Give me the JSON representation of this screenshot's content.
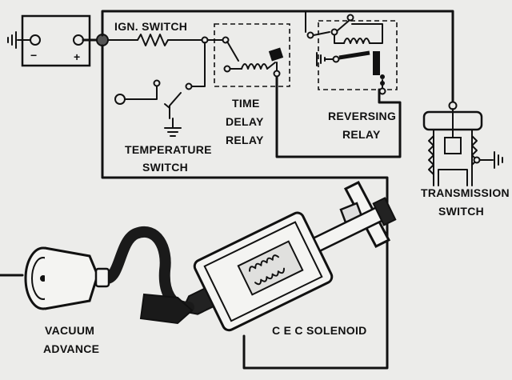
{
  "labels": {
    "ign_switch": "IGN. SWITCH",
    "time_delay_line1": "TIME",
    "time_delay_line2": "DELAY",
    "time_delay_line3": "RELAY",
    "reversing_line1": "REVERSING",
    "reversing_line2": "RELAY",
    "temperature_line1": "TEMPERATURE",
    "temperature_line2": "SWITCH",
    "transmission_line1": "TRANSMISSION",
    "transmission_line2": "SWITCH",
    "vacuum_line1": "VACUUM",
    "vacuum_line2": "ADVANCE",
    "cec_solenoid": "C E C  SOLENOID",
    "battery_minus": "−",
    "battery_plus": "+"
  },
  "colors": {
    "background": "#ececea",
    "ink": "#111111",
    "hose": "#1a1a1a"
  }
}
